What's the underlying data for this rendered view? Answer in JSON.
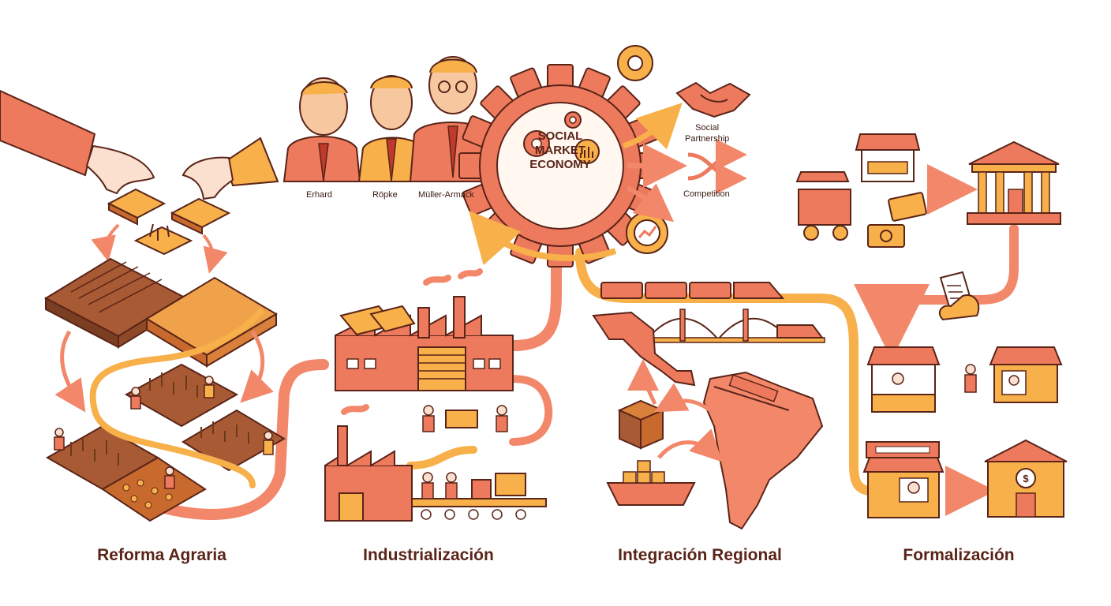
{
  "center": {
    "lines": [
      "SOCIAL",
      "MARKET",
      "ECONOMY"
    ]
  },
  "founders": [
    {
      "name": "Erhard"
    },
    {
      "name": "Röpke"
    },
    {
      "name": "Müller-Armack"
    }
  ],
  "principles": {
    "partnership": "Social\nPartnership",
    "competition": "Competition"
  },
  "sections": [
    {
      "title": "Reforma Agraria"
    },
    {
      "title": "Industrialización"
    },
    {
      "title": "Integración Regional"
    },
    {
      "title": "Formalización"
    }
  ],
  "storefront_symbol": "$",
  "colors": {
    "coral": "#f2876a",
    "salmon": "#ee7a5e",
    "orange": "#f7b04a",
    "brown": "#8a4b2a",
    "outline": "#5a2418",
    "background": "#ffffff"
  }
}
